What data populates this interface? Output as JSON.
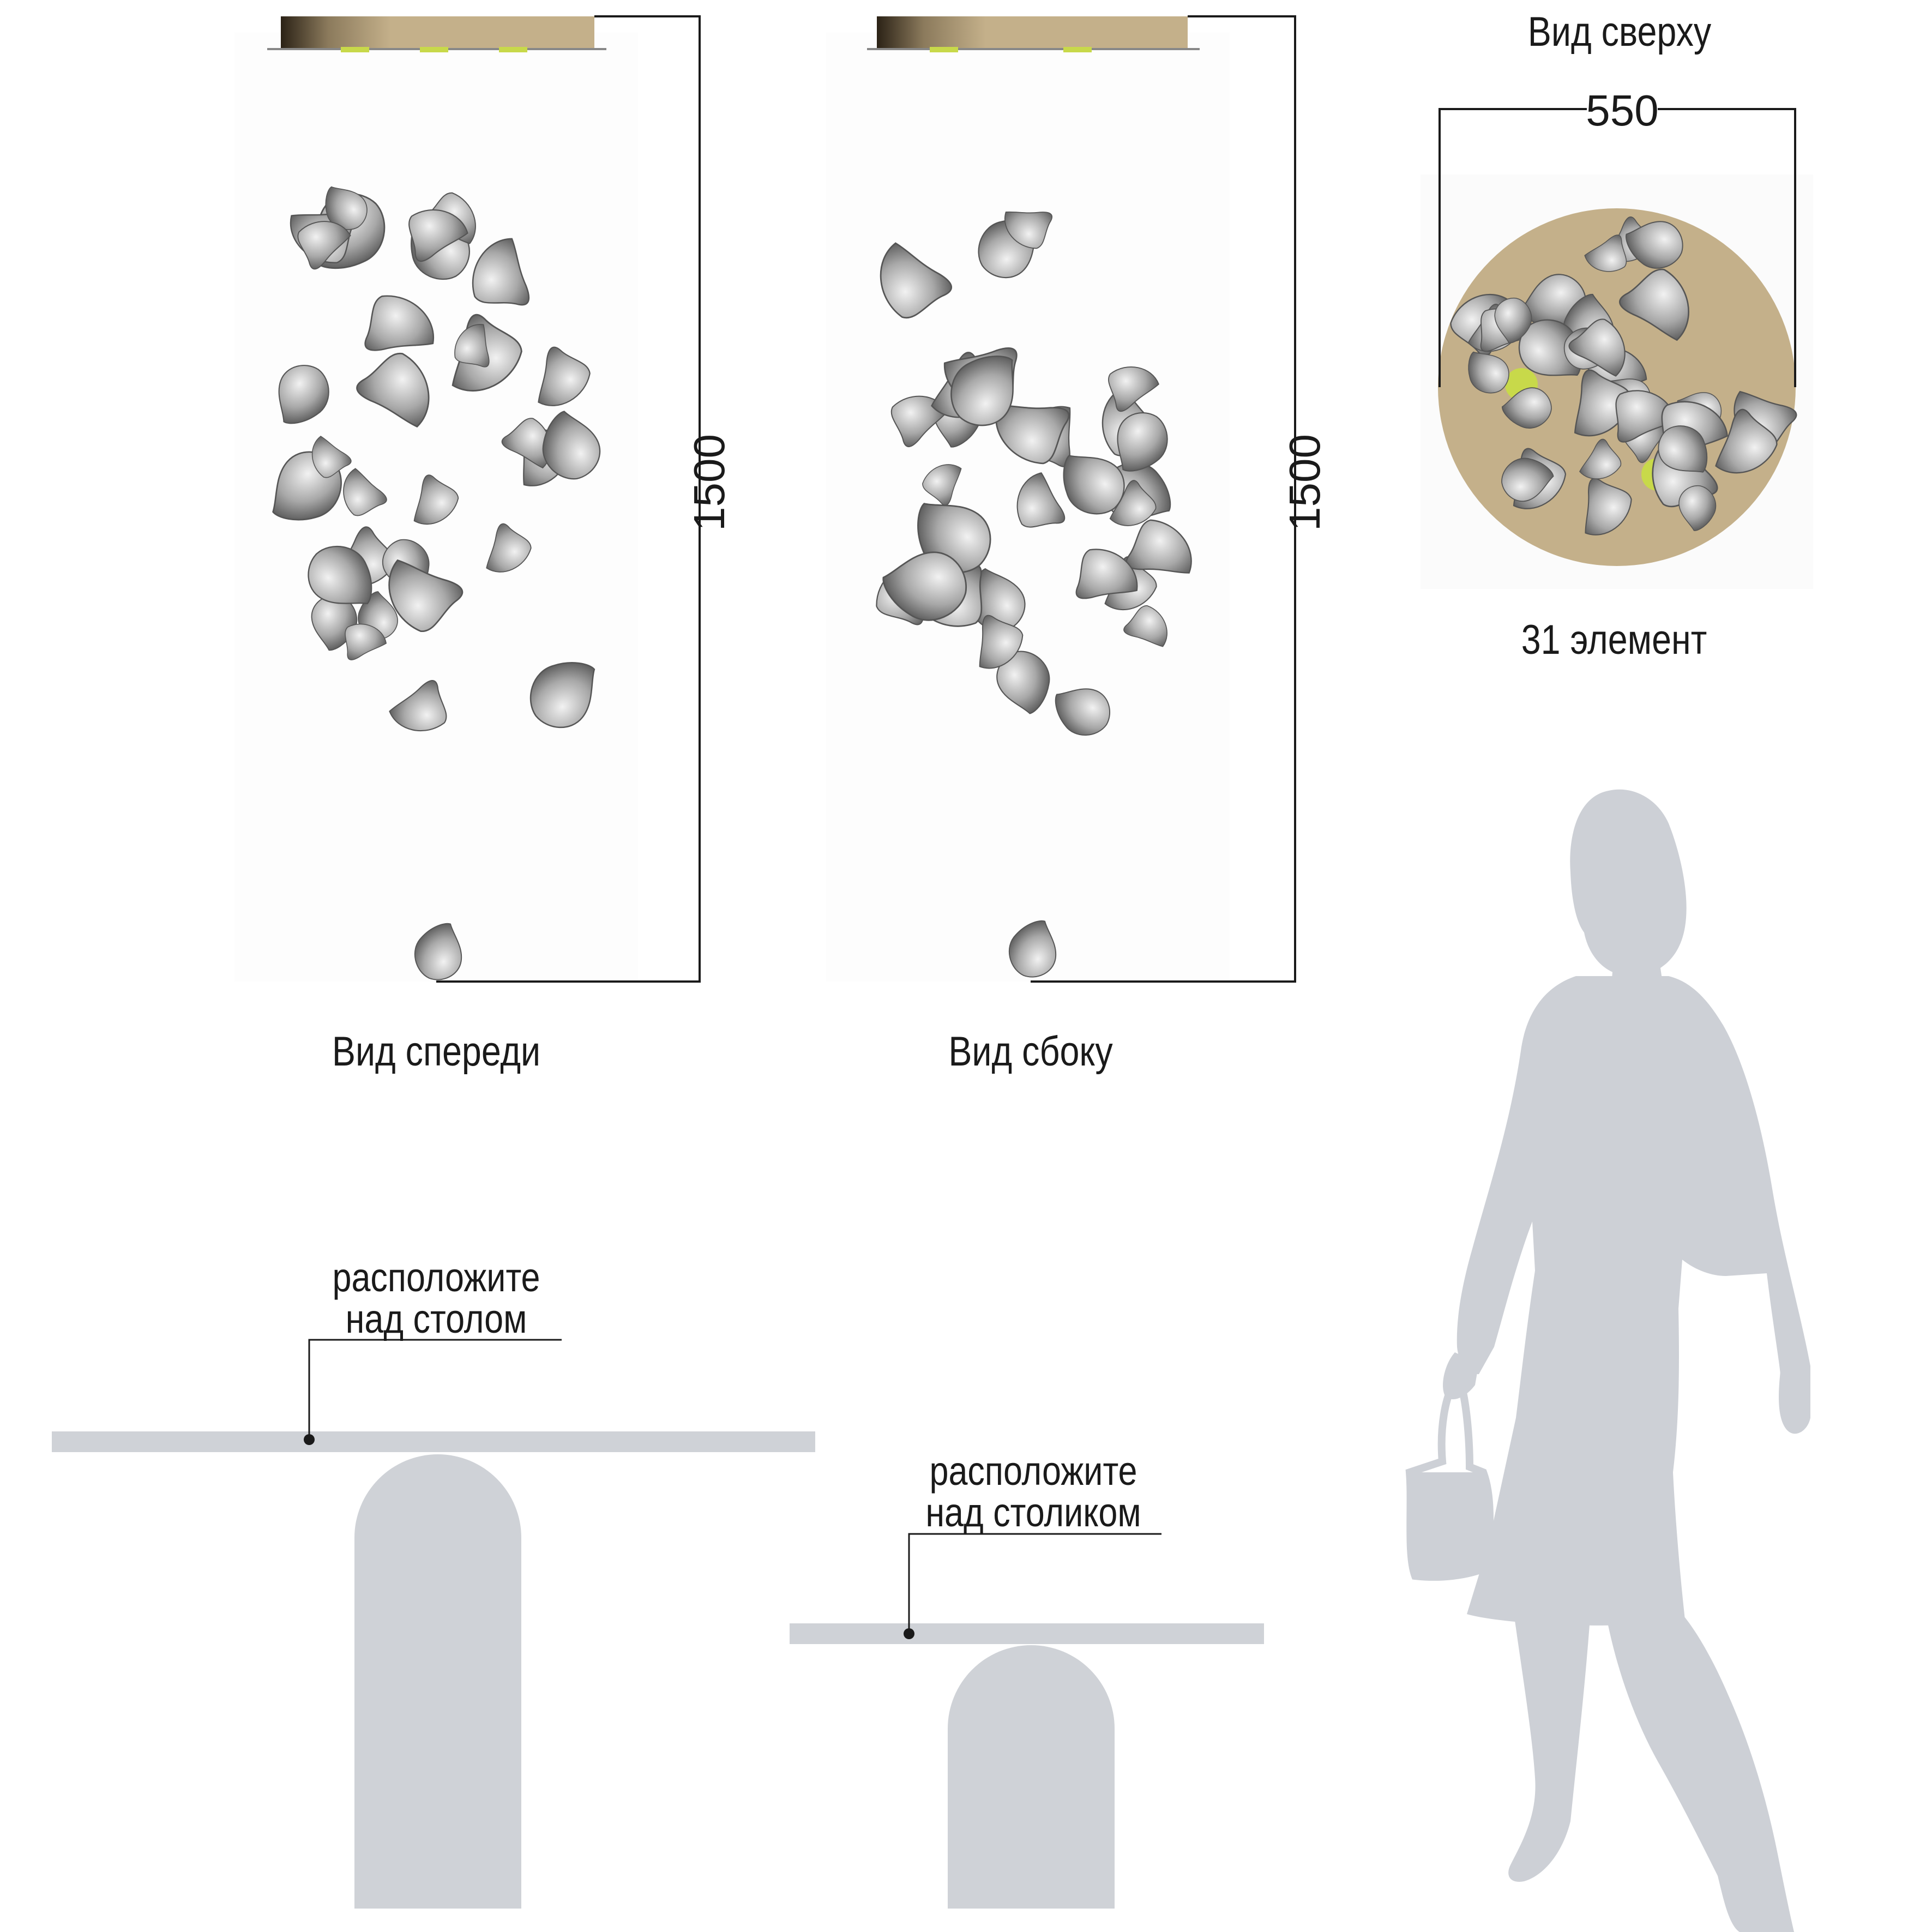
{
  "views": {
    "front": {
      "title": "Вид спереди",
      "height_dimension": "1500"
    },
    "side": {
      "title": "Вид сбоку",
      "height_dimension": "1500"
    },
    "top": {
      "title": "Вид сверху",
      "width_dimension": "550",
      "element_count": "31 элемент"
    }
  },
  "callouts": {
    "large_table": [
      "расположите",
      "над столом"
    ],
    "small_table": [
      "расположите",
      "над столиком"
    ]
  },
  "colors": {
    "canopy": "#c4b08a",
    "canopy_dark": "#3a2e1f",
    "accent_light": "#c8d94a",
    "petal_light": "#dcdcdc",
    "petal_mid": "#9a9a9a",
    "petal_dark": "#3d3d3d",
    "furniture": "#cfd2d7",
    "silhouette": "#cdd0d6",
    "line": "#1a1a1a"
  }
}
